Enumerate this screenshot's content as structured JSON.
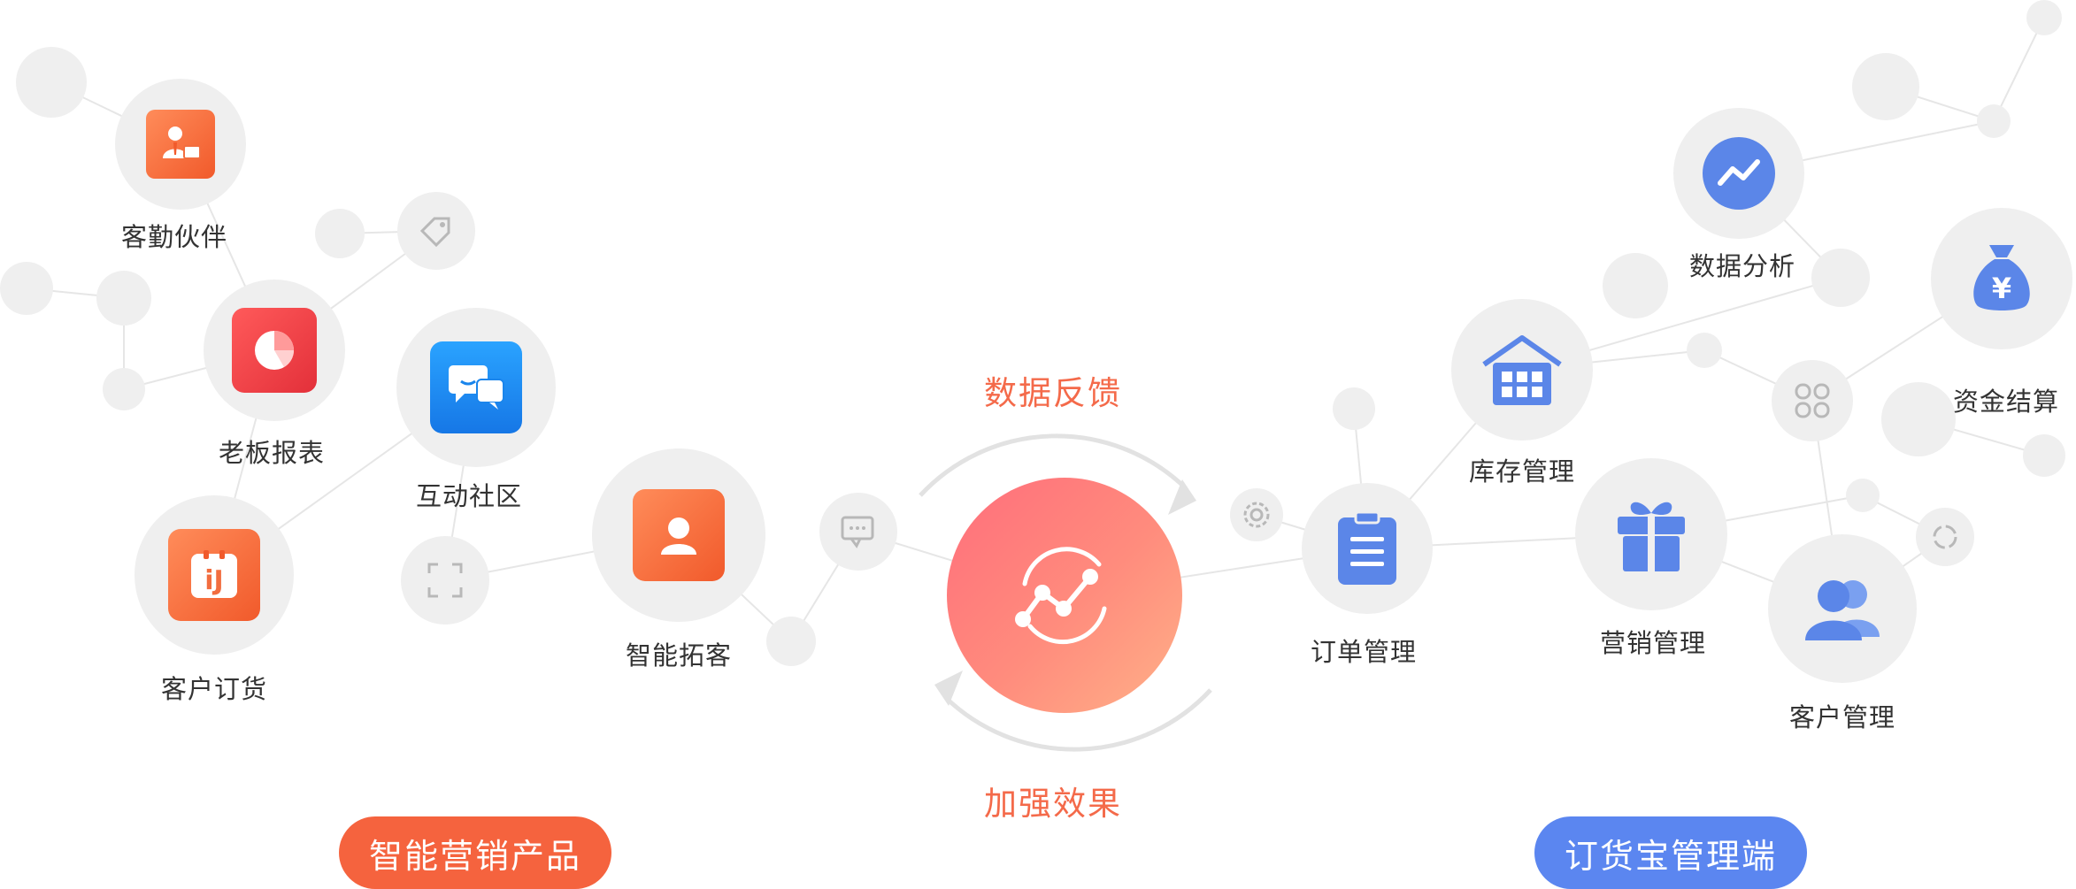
{
  "colors": {
    "accent_orange": "#f5633e",
    "accent_blue": "#5b86f0",
    "node_bg": "#efefef",
    "link": "#e8e8e8",
    "flow_text": "#f46a4a"
  },
  "left_cluster": {
    "nodes": [
      {
        "label": "客勤伙伴",
        "icon": "salesperson-icon"
      },
      {
        "label": "老板报表",
        "icon": "pie-chart-icon"
      },
      {
        "label": "互动社区",
        "icon": "chat-bubbles-icon"
      },
      {
        "label": "客户订货",
        "icon": "order-tag-icon"
      },
      {
        "label": "智能拓客",
        "icon": "user-card-icon"
      }
    ],
    "footer": "智能营销产品"
  },
  "center": {
    "icon": "trend-cycle-icon",
    "feedback": "数据反馈",
    "enhance": "加强效果"
  },
  "right_cluster": {
    "nodes": [
      {
        "label": "数据分析",
        "icon": "analytics-icon"
      },
      {
        "label": "资金结算",
        "icon": "money-bag-icon"
      },
      {
        "label": "库存管理",
        "icon": "warehouse-icon"
      },
      {
        "label": "订单管理",
        "icon": "clipboard-icon"
      },
      {
        "label": "营销管理",
        "icon": "gift-icon"
      },
      {
        "label": "客户管理",
        "icon": "customers-icon"
      }
    ],
    "footer": "订货宝管理端"
  }
}
